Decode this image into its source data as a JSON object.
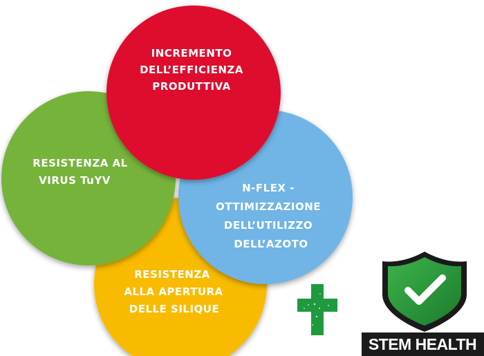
{
  "diagram": {
    "circles": [
      {
        "id": "red",
        "color": "#de0e2d",
        "lines": [
          "INCREMENTO",
          "DELL’EFFICIENZA",
          "PRODUTTIVA"
        ]
      },
      {
        "id": "green",
        "color": "#76b33b",
        "lines": [
          "RESISTENZA AL",
          "VIRUS TuYV"
        ]
      },
      {
        "id": "blue",
        "color": "#70b5e6",
        "lines": [
          "N-FLEX -",
          "OTTIMIZZAZIONE",
          "DELL’UTILIZZO",
          "DELL’AZOTO"
        ]
      },
      {
        "id": "yellow",
        "color": "#f9bb00",
        "lines": [
          "RESISTENZA",
          "ALLA APERTURA",
          "DELLE SILIQUE"
        ]
      }
    ]
  },
  "icons": {
    "plus_icon": {
      "name": "green-cross-icon",
      "color": "#1f9a3f"
    },
    "shield_icon": {
      "name": "shield-check-icon",
      "color": "#2d9a3f"
    }
  },
  "badge": {
    "label": "STEM HEALTH",
    "background": "#1b1b1b"
  }
}
